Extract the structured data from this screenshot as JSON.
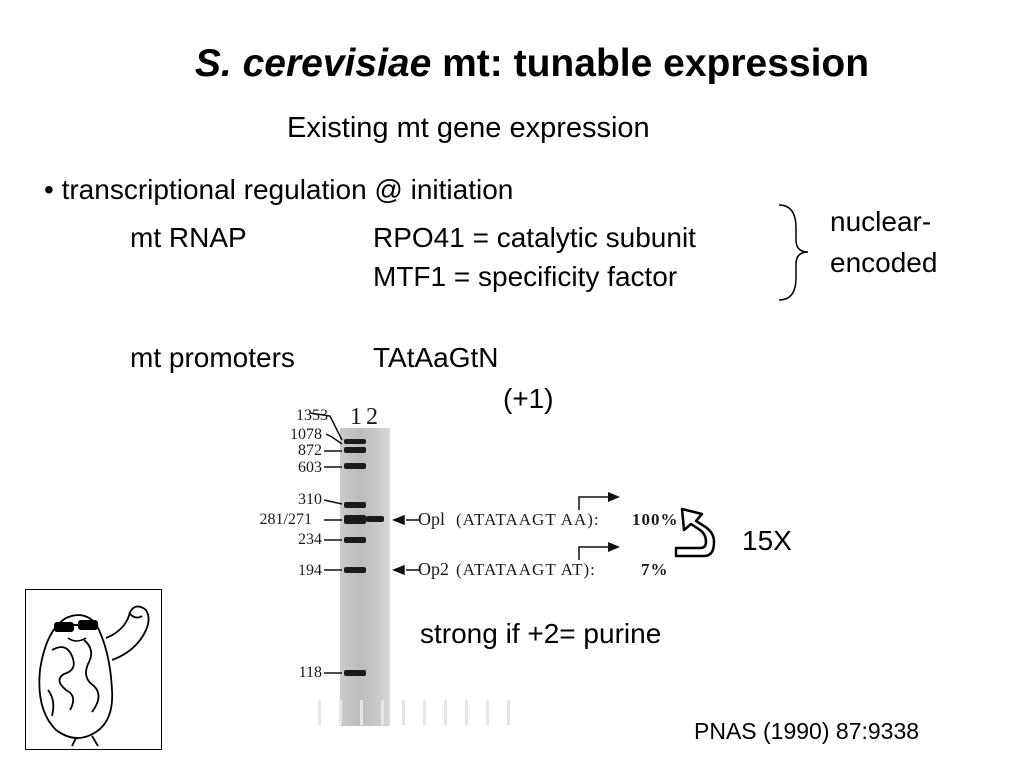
{
  "slide": {
    "title_species": "S. cerevisiae",
    "title_rest": " mt: tunable expression",
    "subtitle": "Existing mt gene expression",
    "bullet": "• transcriptional regulation @ initiation",
    "rnap_label": "mt RNAP",
    "rpo41": "RPO41 = catalytic subunit",
    "mtf1": "MTF1 = specificity factor",
    "nuclear_line1": "nuclear-",
    "nuclear_line2": "encoded",
    "promoters_label": "mt promoters",
    "promoter_seq": "TAtAaGtN",
    "plus_one": "(+1)",
    "fold": "15X",
    "purine_note": "strong if +2= purine",
    "citation": "PNAS (1990) 87:9338"
  },
  "gel": {
    "lanes": [
      "1",
      "2"
    ],
    "markers": [
      "1353",
      "1078",
      "872",
      "603",
      "310",
      "281/271",
      "234",
      "194",
      "118"
    ],
    "op1_label": "Opl",
    "op2_label": "Op2",
    "op1_seq": "(ATATAAGT AA):",
    "op2_seq": "(ATATAAGT AT):",
    "op1_pct": "100%",
    "op2_pct": "7%"
  }
}
